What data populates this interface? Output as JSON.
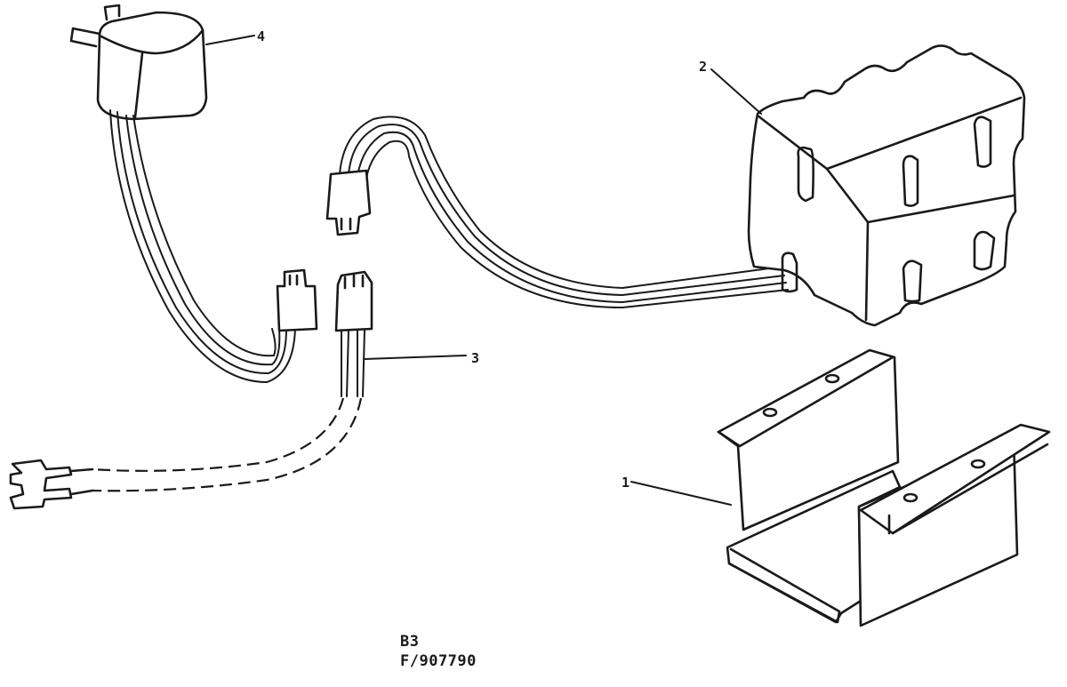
{
  "callouts": {
    "part1": "1",
    "part2": "2",
    "part3": "3",
    "part4": "4"
  },
  "caption": {
    "line1": "B3",
    "line2": "F/907790"
  }
}
